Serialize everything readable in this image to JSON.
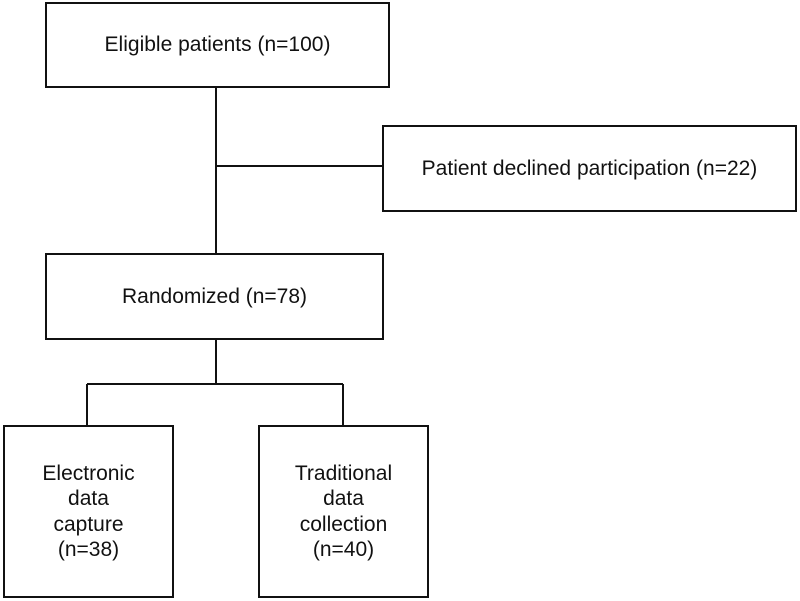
{
  "flowchart": {
    "eligible": {
      "label": "Eligible patients (n=100)"
    },
    "declined": {
      "label": "Patient declined participation (n=22)"
    },
    "randomized": {
      "label": "Randomized (n=78)"
    },
    "arms": [
      {
        "label": "Electronic\ndata\ncapture\n(n=38)"
      },
      {
        "label": "Traditional\ndata\ncollection\n(n=40)"
      }
    ]
  }
}
